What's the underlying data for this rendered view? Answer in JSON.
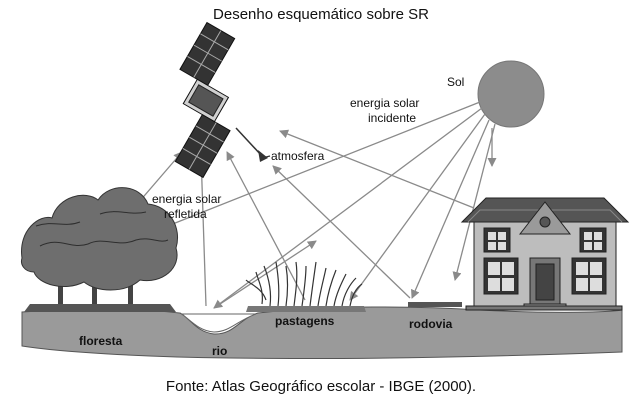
{
  "title": "Desenho esquemático sobre SR",
  "caption": "Fonte: Atlas Geográfico escolar - IBGE (2000).",
  "labels": {
    "sun": "Sol",
    "incident_line1": "energia solar",
    "incident_line2": "incidente",
    "atmosphere": "atmosfera",
    "reflected_line1": "energia solar",
    "reflected_line2": "refletida",
    "forest": "floresta",
    "river": "rio",
    "pasture": "pastagens",
    "road": "rodovia"
  }
}
